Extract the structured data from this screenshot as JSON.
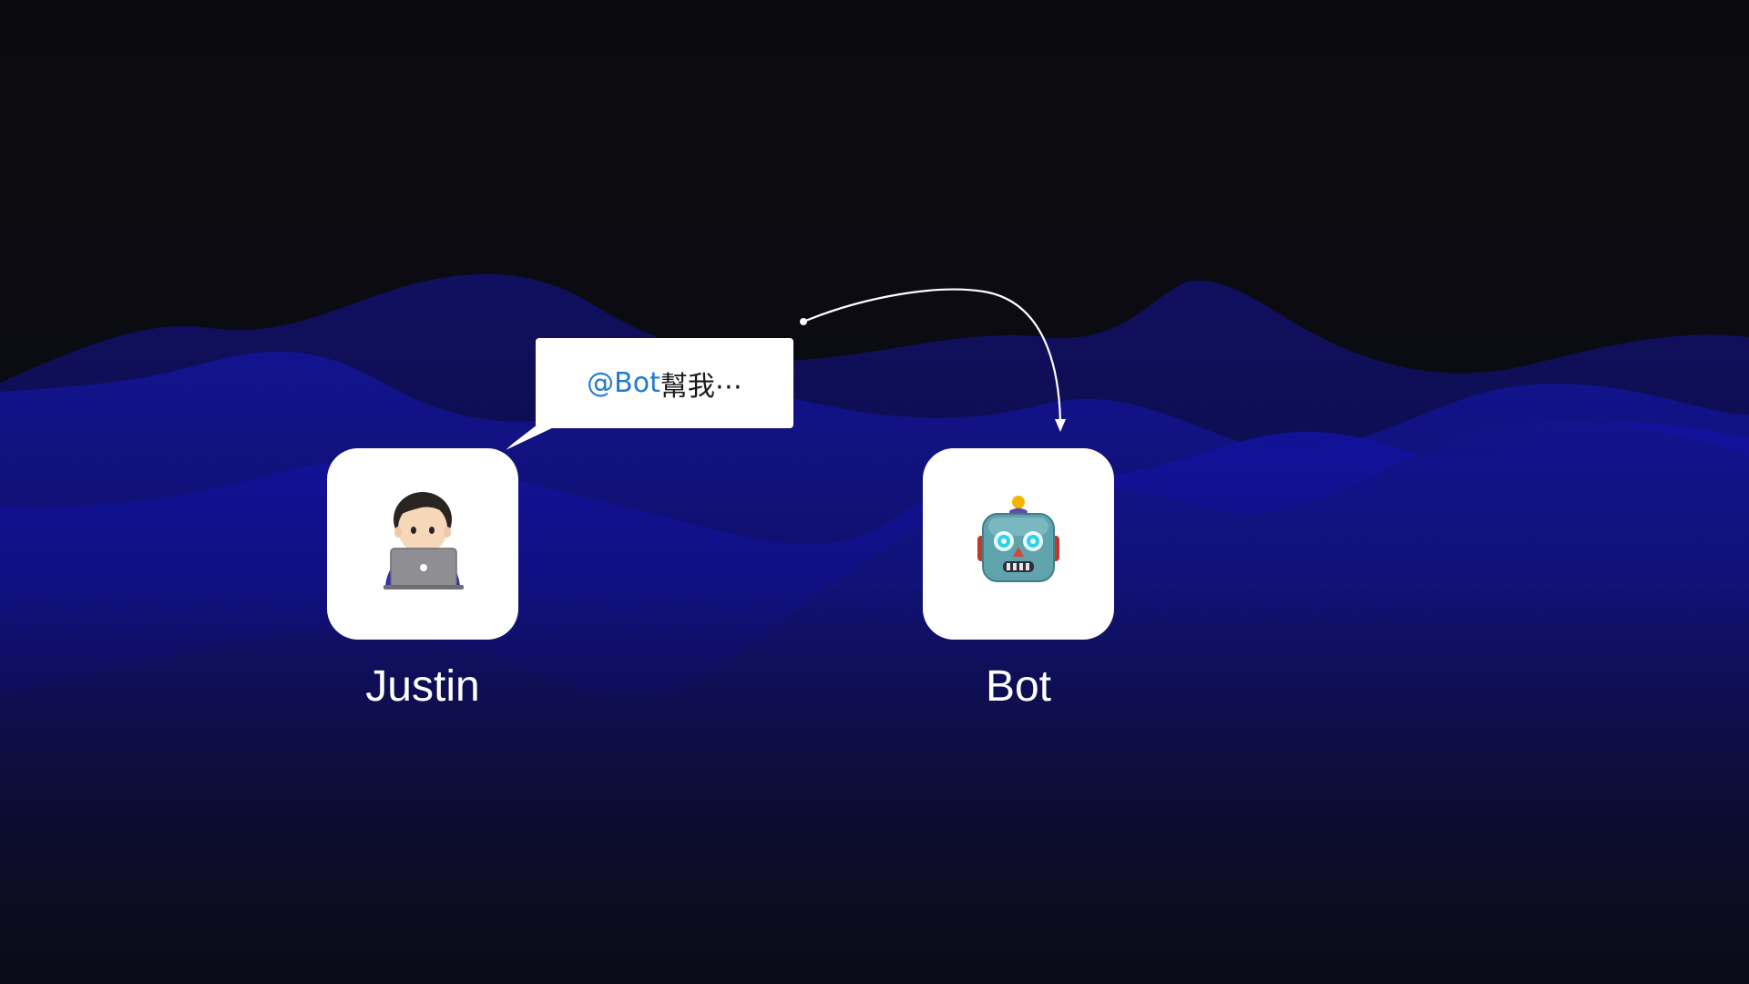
{
  "nodes": {
    "justin": {
      "name": "Justin",
      "icon": "person-with-laptop-icon"
    },
    "bot": {
      "name": "Bot",
      "icon": "robot-face-icon"
    }
  },
  "bubble": {
    "mention": "@Bot",
    "message": " 幫我⋯"
  },
  "colors": {
    "background": "#0b0b10",
    "wave": "#141496",
    "card": "#ffffff",
    "mention": "#1f7bd0",
    "arrow": "#ffffff",
    "label": "#ffffff"
  }
}
